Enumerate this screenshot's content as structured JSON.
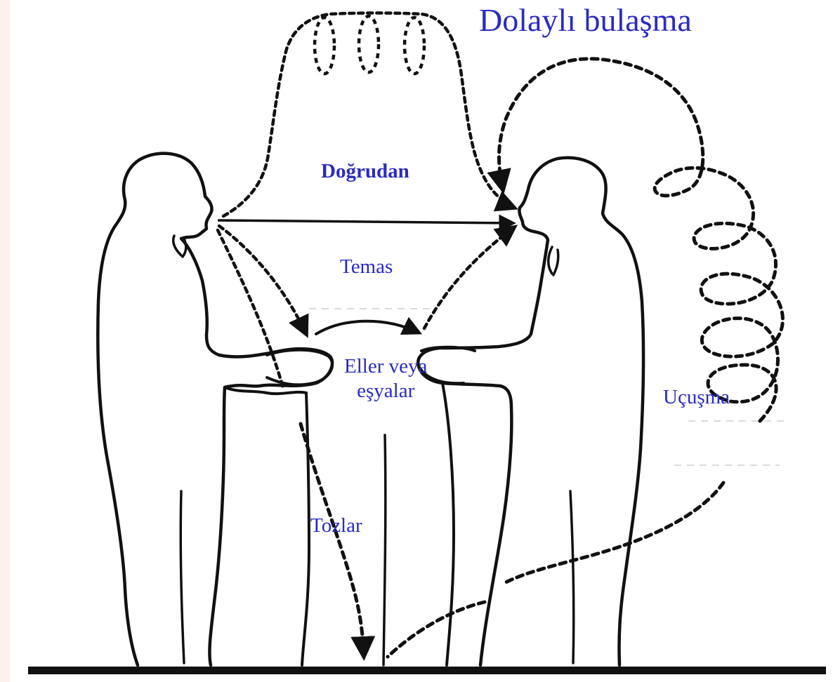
{
  "diagram": {
    "title": "Dolaylı bulaşma",
    "labels": {
      "direct": "Doğrudan",
      "contact": "Temas",
      "hands_line1": "Eller veya",
      "hands_line2": "eşyalar",
      "dust": "Tozlar",
      "airborne": "Uçuşma"
    },
    "colors": {
      "label_text": "#2a2bc2",
      "line_art": "#111111",
      "background": "#ffffff",
      "border": "#fbf1ee"
    }
  }
}
